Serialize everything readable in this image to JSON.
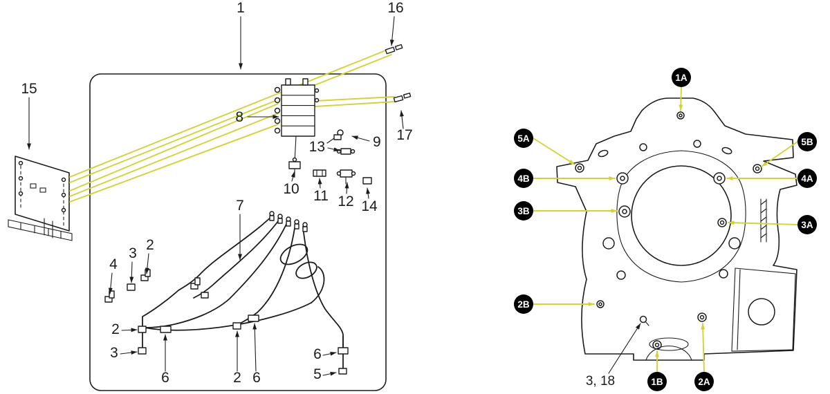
{
  "colors": {
    "line": "#1c1c1c",
    "leader": "#d2d23c",
    "badge_bg": "#000000",
    "badge_text": "#ffffff",
    "background": "#ffffff"
  },
  "left": {
    "callouts": [
      {
        "t": "1"
      },
      {
        "t": "16"
      },
      {
        "t": "15"
      },
      {
        "t": "8"
      },
      {
        "t": "13"
      },
      {
        "t": "9"
      },
      {
        "t": "17"
      },
      {
        "t": "10"
      },
      {
        "t": "11"
      },
      {
        "t": "12"
      },
      {
        "t": "14"
      },
      {
        "t": "7"
      },
      {
        "t": "2"
      },
      {
        "t": "3"
      },
      {
        "t": "4"
      },
      {
        "t": "2"
      },
      {
        "t": "3"
      },
      {
        "t": "6"
      },
      {
        "t": "2"
      },
      {
        "t": "6"
      },
      {
        "t": "6"
      },
      {
        "t": "5"
      }
    ]
  },
  "right": {
    "badges": [
      {
        "t": "1A"
      },
      {
        "t": "5A"
      },
      {
        "t": "5B"
      },
      {
        "t": "4B"
      },
      {
        "t": "4A"
      },
      {
        "t": "3B"
      },
      {
        "t": "3A"
      },
      {
        "t": "2B"
      },
      {
        "t": "1B"
      },
      {
        "t": "2A"
      }
    ],
    "note": "3, 18"
  }
}
